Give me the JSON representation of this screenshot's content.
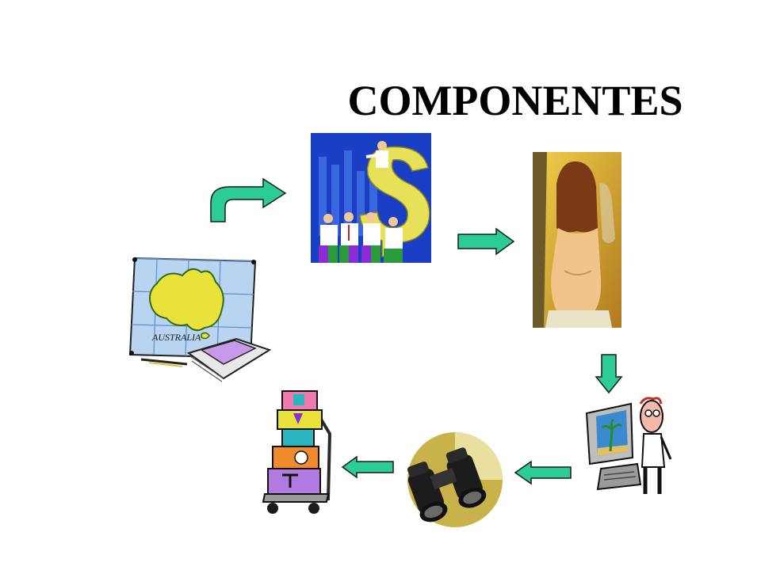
{
  "slide": {
    "title": "COMPONENTES"
  },
  "diagram": {
    "type": "cycle",
    "nodes": [
      {
        "id": "map",
        "icon": "australia-map-icon"
      },
      {
        "id": "business",
        "icon": "business-people-dollar-icon"
      },
      {
        "id": "painting",
        "icon": "painting-woman-icon"
      },
      {
        "id": "computer",
        "icon": "computer-person-icon"
      },
      {
        "id": "binoculars",
        "icon": "binoculars-icon"
      },
      {
        "id": "luggage",
        "icon": "luggage-cart-icon"
      }
    ],
    "edges": [
      {
        "from": "map",
        "to": "business",
        "icon": "curved-arrow-icon"
      },
      {
        "from": "business",
        "to": "painting",
        "icon": "arrow-right-icon"
      },
      {
        "from": "painting",
        "to": "computer",
        "icon": "arrow-down-icon"
      },
      {
        "from": "computer",
        "to": "binoculars",
        "icon": "arrow-left-icon"
      },
      {
        "from": "binoculars",
        "to": "luggage",
        "icon": "arrow-left-icon"
      }
    ],
    "map_label": "AUSTRALIA"
  },
  "colors": {
    "arrow_fill": "#2bcc96",
    "arrow_stroke": "#1a1a1a",
    "business_bg": "#1b3fc4",
    "painting_bg": "#e0b23a",
    "binoculars_disc": "#c8b24a"
  }
}
